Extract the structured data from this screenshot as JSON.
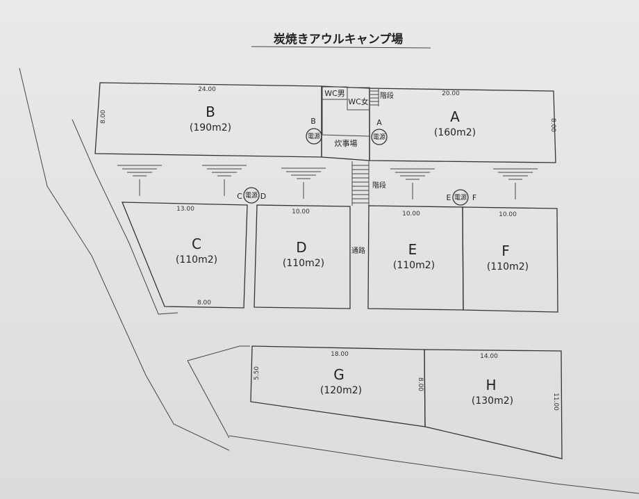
{
  "title": "炭焼きアウルキャンプ場",
  "sites": {
    "A": {
      "label": "A",
      "area": "(160m2)",
      "width": "20.00",
      "depth": "8.00"
    },
    "B": {
      "label": "B",
      "area": "(190m2)",
      "width": "24.00",
      "depth": "8.00"
    },
    "C": {
      "label": "C",
      "area": "(110m2)",
      "width": "13.00",
      "bottom": "8.00"
    },
    "D": {
      "label": "D",
      "area": "(110m2)",
      "width": "10.00"
    },
    "E": {
      "label": "E",
      "area": "(110m2)",
      "width": "10.00"
    },
    "F": {
      "label": "F",
      "area": "(110m2)",
      "width": "10.00"
    },
    "G": {
      "label": "G",
      "area": "(120m2)",
      "width": "18.00",
      "left": "5.50",
      "right": "8.00"
    },
    "H": {
      "label": "H",
      "area": "(130m2)",
      "width": "14.00",
      "right": "11.00"
    }
  },
  "facilities": {
    "wc_male": "WC男",
    "wc_female": "WC女",
    "kitchen": "炊事場",
    "stairs": "階段",
    "passage": "通路",
    "power": "電源"
  },
  "power_tags": {
    "b": "B",
    "a": "A",
    "c": "C",
    "d": "D",
    "e": "E",
    "f": "F"
  }
}
